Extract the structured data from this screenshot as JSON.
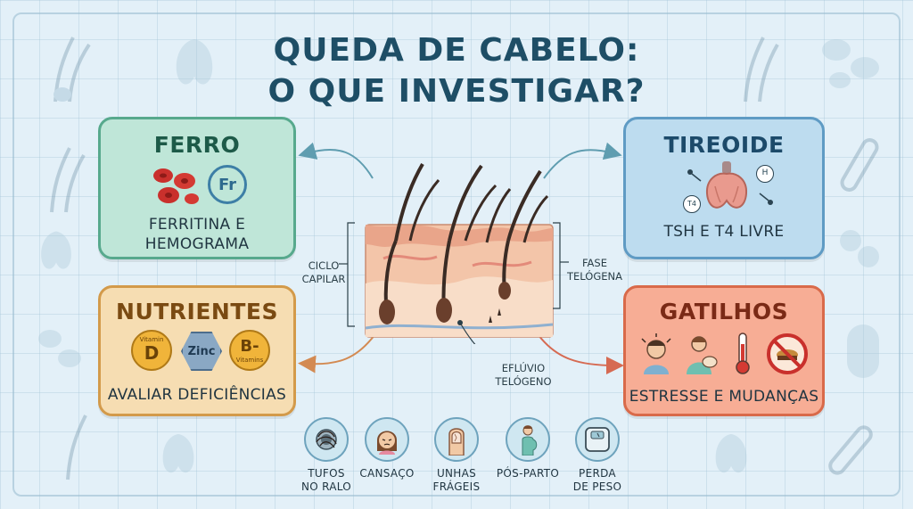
{
  "title": {
    "line1": "QUEDA DE CABELO:",
    "line2": "O QUE INVESTIGAR?"
  },
  "cards": {
    "ferro": {
      "title": "FERRO",
      "icon_text": "Fr",
      "line1": "FERRITINA E",
      "line2": "HEMOGRAMA"
    },
    "tireoide": {
      "title": "TIREOIDE",
      "label_t4": "T4",
      "label_h": "H",
      "line1": "TSH E T4 LIVRE"
    },
    "nutrientes": {
      "title": "NUTRIENTES",
      "vit_d_label": "D",
      "vit_d_small": "Vitamin",
      "zinc_label": "Zinc",
      "vit_b_label": "B-",
      "vit_b_small": "Vitamins",
      "line1": "AVALIAR DEFICIÊNCIAS"
    },
    "gatilhos": {
      "title": "GATILHOS",
      "line1": "ESTRESSE E MUDANÇAS"
    }
  },
  "center": {
    "ciclo": {
      "line1": "CICLO",
      "line2": "CAPILAR"
    },
    "fase": {
      "line1": "FASE",
      "line2": "TELÓGENA"
    },
    "efluvio": {
      "line1": "EFLÚVIO",
      "line2": "TELÓGENO"
    }
  },
  "symptoms": [
    {
      "icon": "hair-drain-icon",
      "line1": "TUFOS",
      "line2": "NO RALO"
    },
    {
      "icon": "tired-face-icon",
      "line1": "CANSAÇO",
      "line2": ""
    },
    {
      "icon": "fingernail-icon",
      "line1": "UNHAS",
      "line2": "FRÁGEIS"
    },
    {
      "icon": "postpartum-icon",
      "line1": "PÓS-PARTO",
      "line2": ""
    },
    {
      "icon": "scale-icon",
      "line1": "PERDA",
      "line2": "DE PESO"
    }
  ],
  "colors": {
    "background": "#e3f0f8",
    "ferro": "#bfe6d8",
    "tireoide": "#bddcef",
    "nutrientes": "#f6ddb2",
    "gatilhos": "#f7ad95",
    "title": "#1e4e66"
  }
}
